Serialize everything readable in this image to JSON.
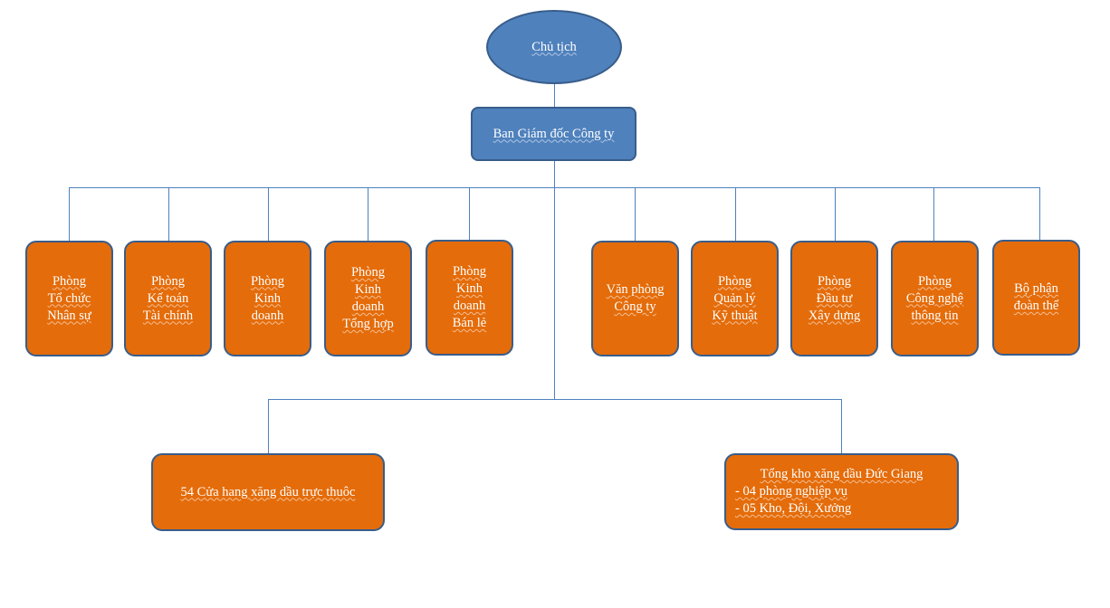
{
  "chairman": {
    "label": "Chủ tịch"
  },
  "board": {
    "label": "Ban Giám đốc Công ty"
  },
  "departments": [
    {
      "id": "to-chuc-nhan-su",
      "lines": [
        "Phòng",
        "Tổ chức",
        "Nhân sự"
      ]
    },
    {
      "id": "ke-toan-tai-chinh",
      "lines": [
        "Phòng",
        "Kế toán",
        "Tài chính"
      ]
    },
    {
      "id": "kinh-doanh",
      "lines": [
        "Phòng",
        "Kinh",
        "doanh"
      ]
    },
    {
      "id": "kinh-doanh-tong-hop",
      "lines": [
        "Phòng",
        "Kinh",
        "doanh",
        "Tổng hợp"
      ]
    },
    {
      "id": "kinh-doanh-ban-le",
      "lines": [
        "Phòng",
        "Kinh",
        "doanh",
        "Bán lẻ"
      ]
    },
    {
      "id": "van-phong-cong-ty",
      "lines": [
        "Văn phòng",
        "Công ty"
      ]
    },
    {
      "id": "quan-ly-ky-thuat",
      "lines": [
        "Phòng",
        "Quản lý",
        "Kỹ thuật"
      ]
    },
    {
      "id": "dau-tu-xay-dung",
      "lines": [
        "Phòng",
        "Đầu tư",
        "Xây dựng"
      ]
    },
    {
      "id": "cong-nghe-thong-tin",
      "lines": [
        "Phòng",
        "Công nghệ",
        "thông tin"
      ]
    },
    {
      "id": "bo-phan-doan-the",
      "lines": [
        "Bộ phận",
        "đoàn thể"
      ]
    }
  ],
  "units": [
    {
      "id": "cua-hang",
      "lines": [
        "54 Cửa hang xăng dầu trực thuôc"
      ]
    },
    {
      "id": "tong-kho",
      "lines": [
        "Tổng kho xăng dầu Đức Giang",
        "- 04 phòng nghiệp vụ",
        "- 05 Kho, Đội, Xưởng"
      ]
    }
  ],
  "colors": {
    "blue": "#4f81bd",
    "blue_border": "#385d8a",
    "orange": "#e46c0a",
    "connector": "#4f81bd"
  }
}
